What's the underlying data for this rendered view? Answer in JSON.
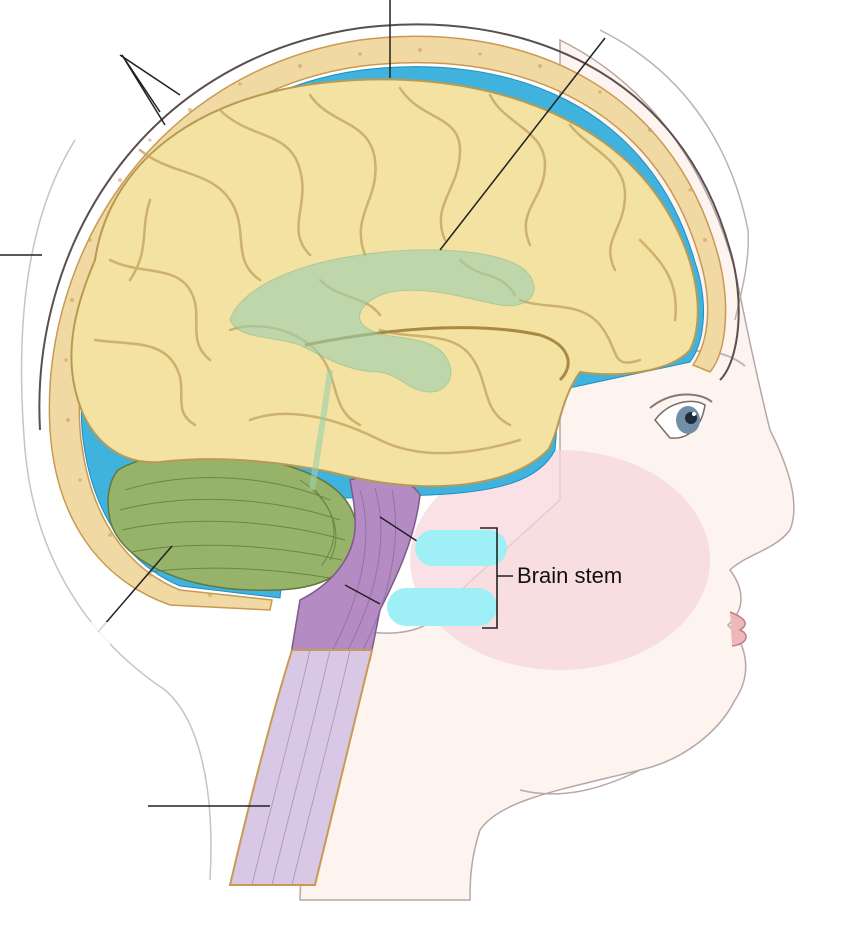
{
  "diagram": {
    "labels": {
      "brain_stem": "Brain stem"
    },
    "answer_boxes": [
      {
        "id": "midbrain-pons-box",
        "value": ""
      },
      {
        "id": "medulla-box",
        "value": ""
      }
    ],
    "colors": {
      "skin": "#fdf3ef",
      "cheek": "#f7d7dc",
      "cerebrum": "#f3e2a2",
      "cerebrum_shade": "#d7bf76",
      "cerebellum": "#97b36a",
      "brainstem": "#b58bc3",
      "spinal_cord": "#d8c8e5",
      "csf": "#3fb3de",
      "skull": "#f1d9a3",
      "answer_box": "#9ff0f6",
      "ventricle": "#9ccfae",
      "leader_line": "#222222"
    }
  }
}
